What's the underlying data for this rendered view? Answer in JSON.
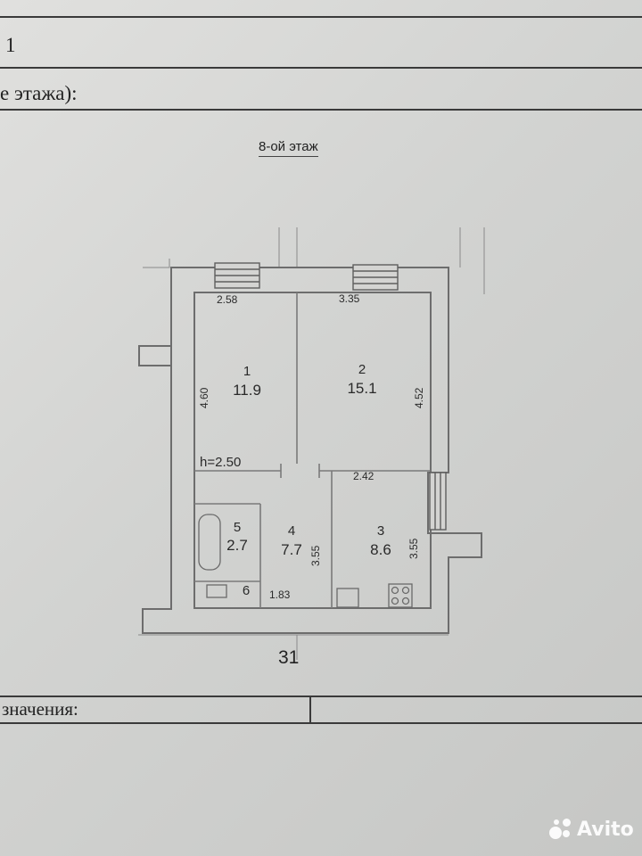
{
  "form": {
    "row_top_fragment": "1",
    "row_floor_label_fragment": "е этажа):",
    "row_notes_label_fragment": "значения:"
  },
  "plan": {
    "floor_title": "8-ой этаж",
    "ceiling_height": "h=2.50",
    "rooms": [
      {
        "number": "1",
        "area": "11.9"
      },
      {
        "number": "2",
        "area": "15.1"
      },
      {
        "number": "3",
        "area": "8.6"
      },
      {
        "number": "4",
        "area": "7.7"
      },
      {
        "number": "5",
        "area": "2.7"
      },
      {
        "number": "6",
        "area": ""
      }
    ],
    "dimensions": {
      "room1_window_width": "2.58",
      "room2_window_width": "3.35",
      "room1_height": "4.60",
      "room2_height": "4.52",
      "kitchen_width": "2.42",
      "hall_length": "3.55",
      "kitchen_length": "3.55",
      "bath_width": "1.83"
    }
  },
  "page_number": "31",
  "watermark": {
    "brand": "Avito"
  }
}
